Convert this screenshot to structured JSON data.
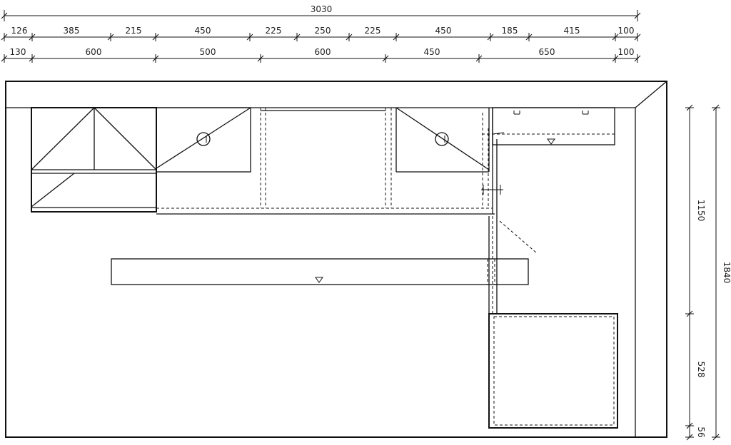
{
  "dimensions": {
    "overall": "3030",
    "upper_row": [
      "126",
      "385",
      "215",
      "450",
      "225",
      "250",
      "225",
      "450",
      "185",
      "415",
      "100"
    ],
    "lower_row": [
      "130",
      "600",
      "500",
      "600",
      "450",
      "650",
      "100"
    ],
    "right_inner": [
      "1150",
      "528",
      "56"
    ],
    "right_outer": "1840"
  }
}
